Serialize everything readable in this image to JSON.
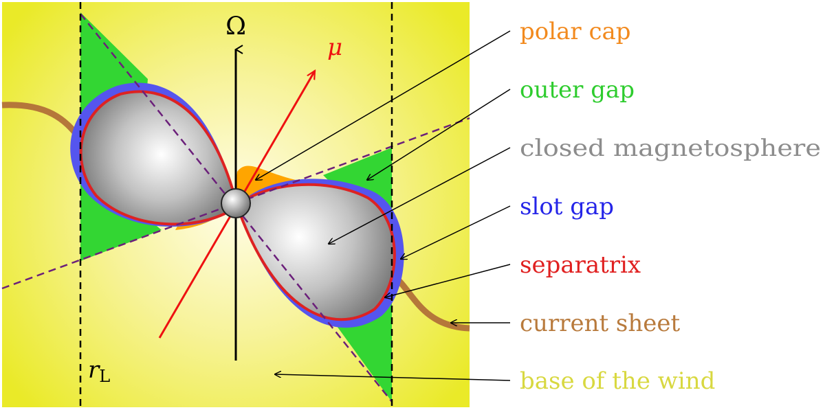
{
  "symbols": {
    "omega": "Ω",
    "mu": "μ",
    "r": "r",
    "r_sub": "L"
  },
  "labels": [
    {
      "key": "polar_cap",
      "text": "polar cap",
      "color": "#f28a1e"
    },
    {
      "key": "outer_gap",
      "text": "outer gap",
      "color": "#2ecc2e"
    },
    {
      "key": "closed_magnetosphere",
      "text": "closed magnetosphere",
      "color": "#8c8c8c"
    },
    {
      "key": "slot_gap",
      "text": "slot gap",
      "color": "#2525e8"
    },
    {
      "key": "separatrix",
      "text": "separatrix",
      "color": "#e02020"
    },
    {
      "key": "current_sheet",
      "text": "current sheet",
      "color": "#b87a3c"
    },
    {
      "key": "base_of_wind",
      "text": "base of the wind",
      "color": "#d8d840"
    }
  ],
  "colors": {
    "background_center": "#fffde8",
    "background_edge": "#eaea28",
    "outer_gap_fill": "#33d633",
    "slot_gap_fill": "#5555ee",
    "separatrix_stroke": "#dd2222",
    "polar_cap_fill": "#ffa500",
    "current_sheet_stroke": "#b5773a",
    "dashed_axis": "#6b1f7a",
    "mu_vector": "#ee1111",
    "rotation_axis": "#000000",
    "light_cylinder": "#000000"
  }
}
